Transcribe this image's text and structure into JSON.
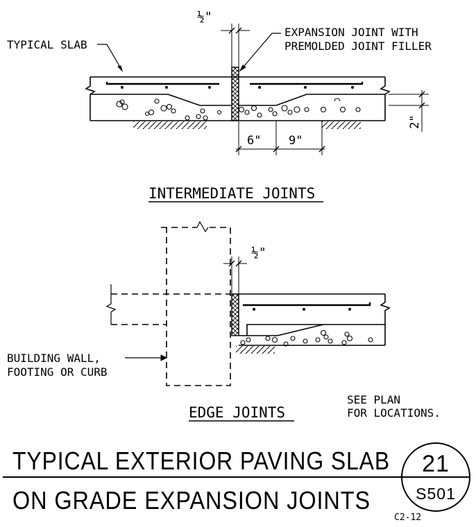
{
  "labels": {
    "typical_slab": "TYPICAL SLAB",
    "expansion_joint_line1": "EXPANSION JOINT WITH",
    "expansion_joint_line2": "PREMOLDED JOINT FILLER",
    "half_inch_top": "½\"",
    "half_inch_edge": "½\"",
    "dim_6": "6\"",
    "dim_9": "9\"",
    "dim_2": "2\"",
    "intermediate_joints": "INTERMEDIATE JOINTS",
    "building_wall_line1": "BUILDING WALL,",
    "building_wall_line2": "FOOTING OR CURB",
    "edge_joints": "EDGE JOINTS",
    "see_plan_line1": "SEE PLAN",
    "see_plan_line2": "FOR LOCATIONS."
  },
  "title": {
    "line1": "TYPICAL EXTERIOR PAVING SLAB",
    "line2": "ON GRADE EXPANSION JOINTS"
  },
  "badge": {
    "detail_number": "21",
    "sheet_number": "S501"
  },
  "drawing_code": "C2-12"
}
